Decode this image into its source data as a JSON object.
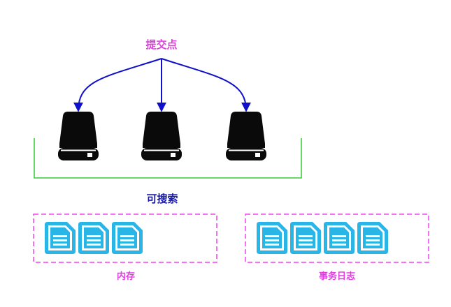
{
  "labels": {
    "commit_point": "提交点",
    "searchable": "可搜索",
    "memory": "内存",
    "transaction_log": "事务日志"
  },
  "colors": {
    "commit_point": "#e040e0",
    "searchable": "#1a1aa8",
    "memory": "#e040e0",
    "transaction_log": "#e040e0",
    "arrow": "#1010c8",
    "bracket": "#33cc33",
    "dashed_box": "#f040f0",
    "disk_body": "#0a0a0a",
    "doc_icon": "#29b6e6"
  },
  "icons": {
    "disk": "hard-disk-icon",
    "document": "document-icon"
  },
  "groups": {
    "segments": {
      "count": 3
    },
    "memory_docs": {
      "count": 3
    },
    "log_docs": {
      "count": 4
    }
  }
}
